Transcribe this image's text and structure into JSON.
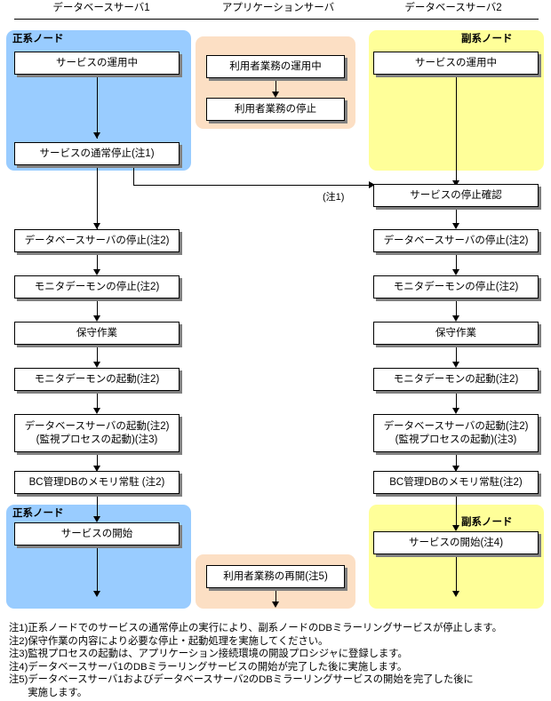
{
  "columns": [
    {
      "id": "db1",
      "title": "データベースサーバ1"
    },
    {
      "id": "app",
      "title": "アプリケーションサーバ"
    },
    {
      "id": "db2",
      "title": "データベースサーバ2"
    }
  ],
  "panels": {
    "blue_top_label": "正系ノード",
    "yellow_top_label": "副系ノード",
    "blue_bottom_label": "正系ノード",
    "yellow_bottom_label": "副系ノード"
  },
  "colors": {
    "primary_node": "#99ccff",
    "app_server": "#fcdfc4",
    "secondary_node": "#ffff99",
    "box_fill": "#ffffff",
    "box_border": "#000000",
    "box_shadow": "#808080"
  },
  "edge_labels": {
    "cross_server_note": "(注1)"
  },
  "boxes": {
    "db1": [
      {
        "id": "db1-1",
        "label": "サービスの運用中"
      },
      {
        "id": "db1-2",
        "label": "サービスの通常停止(注1)"
      },
      {
        "id": "db1-3",
        "label": "データベースサーバの停止(注2)"
      },
      {
        "id": "db1-4",
        "label": "モニタデーモンの停止(注2)"
      },
      {
        "id": "db1-5",
        "label": "保守作業"
      },
      {
        "id": "db1-6",
        "label": "モニタデーモンの起動(注2)"
      },
      {
        "id": "db1-7",
        "label": "データベースサーバの起動(注2)\n(監視プロセスの起動)(注3)"
      },
      {
        "id": "db1-8",
        "label": "BC管理DBのメモリ常駐 (注2)"
      },
      {
        "id": "db1-9",
        "label": "サービスの開始"
      }
    ],
    "app": [
      {
        "id": "app-1",
        "label": "利用者業務の運用中"
      },
      {
        "id": "app-2",
        "label": "利用者業務の停止"
      },
      {
        "id": "app-3",
        "label": "利用者業務の再開(注5)"
      }
    ],
    "db2": [
      {
        "id": "db2-1",
        "label": "サービスの運用中"
      },
      {
        "id": "db2-2",
        "label": "サービスの停止確認"
      },
      {
        "id": "db2-3",
        "label": "データベースサーバの停止(注2)"
      },
      {
        "id": "db2-4",
        "label": "モニタデーモンの停止(注2)"
      },
      {
        "id": "db2-5",
        "label": "保守作業"
      },
      {
        "id": "db2-6",
        "label": "モニタデーモンの起動(注2)"
      },
      {
        "id": "db2-7",
        "label": "データベースサーバの起動(注2)\n(監視プロセスの起動)(注3)"
      },
      {
        "id": "db2-8",
        "label": "BC管理DBのメモリ常駐(注2)"
      },
      {
        "id": "db2-9",
        "label": "サービスの開始(注4)"
      }
    ]
  },
  "footnotes": [
    {
      "marker": "注1)",
      "text": "正系ノードでのサービスの通常停止の実行により、副系ノードのDBミラーリングサービスが停止します。"
    },
    {
      "marker": "注2)",
      "text": "保守作業の内容により必要な停止・起動処理を実施してください。"
    },
    {
      "marker": "注3)",
      "text": "監視プロセスの起動は、アプリケーション接続環境の開設プロシジャに登録します。"
    },
    {
      "marker": "注4)",
      "text": "データベースサーバ1のDBミラーリングサービスの開始が完了した後に実施します。"
    },
    {
      "marker": "注5)",
      "text": "データベースサーバ1およびデータベースサーバ2のDBミラーリングサービスの開始を完了した後に\n実施します。"
    }
  ]
}
